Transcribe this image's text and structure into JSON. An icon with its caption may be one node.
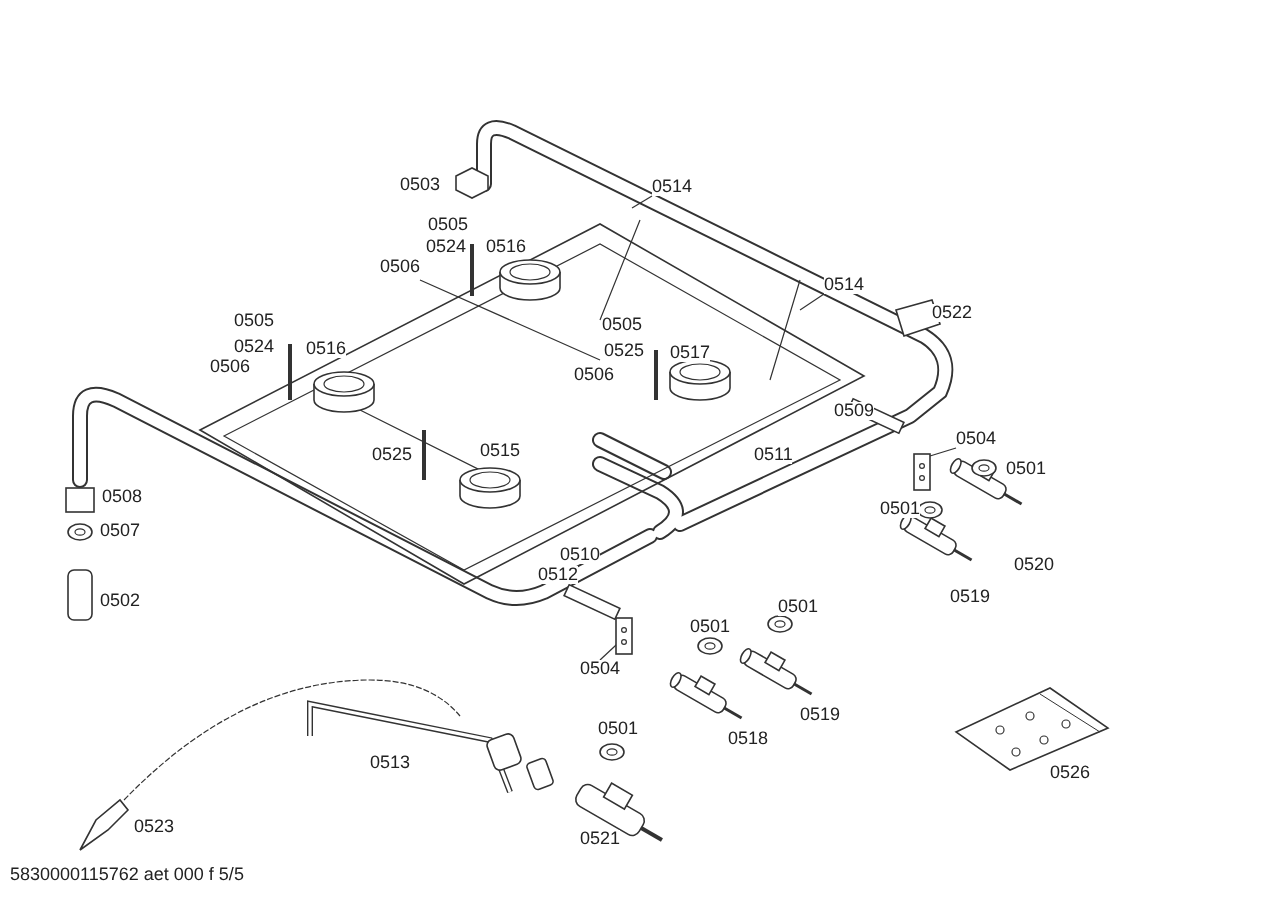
{
  "diagram": {
    "nodes": [
      {
        "text": [
          "0514"
        ]
      },
      {
        "text": [
          "0514"
        ]
      },
      {
        "text": [
          "0504"
        ]
      },
      {
        "text": [
          "0504"
        ]
      },
      {
        "text": [],
        "shape": "picture"
      },
      {
        "text": [],
        "shape": "picture"
      }
    ],
    "edges": [
      {
        "from": 0,
        "to": null,
        "arrow": "none"
      },
      {
        "from": 1,
        "to": null,
        "arrow": "none"
      },
      {
        "from": 2,
        "to": 4,
        "arrow": "none"
      },
      {
        "from": 3,
        "to": 5,
        "arrow": "none"
      }
    ],
    "labels": [
      "0503",
      "0505",
      "0524",
      "0516",
      "0506",
      "0522",
      "0505",
      "0505",
      "0524",
      "0516",
      "0525",
      "0506",
      "0517",
      "0506",
      "0509",
      "0525",
      "0515",
      "0511",
      "0501",
      "0508",
      "0501",
      "0507",
      "0510",
      "0520",
      "0512",
      "0502",
      "0519",
      "0501",
      "0501",
      "0519",
      "0501",
      "0518",
      "0513",
      "0526",
      "0523",
      "0521",
      "5830000115762 aet 000 f 5/5"
    ]
  }
}
